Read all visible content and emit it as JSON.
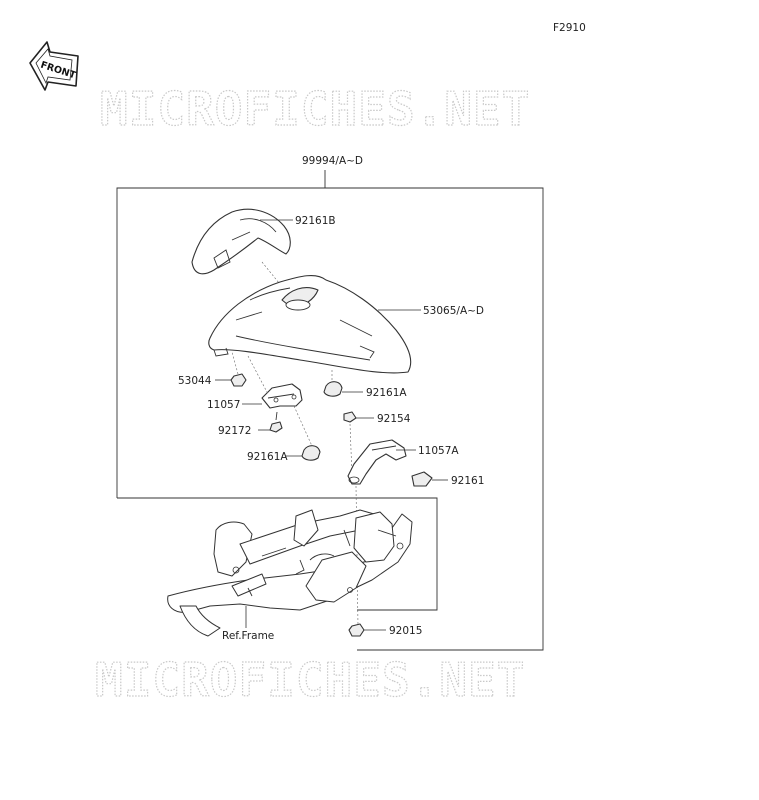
{
  "figure_code": "F2910",
  "front_label": "FRONT",
  "watermark_top": "MICROFICHES.NET",
  "watermark_bottom": "MICROFICHES.NET",
  "parts": {
    "assembly": "99994/A~D",
    "seat_cover_pad": "92161B",
    "seat_cover": "53065/A~D",
    "nut_53044": "53044",
    "bracket": "11057",
    "bolt_92172": "92172",
    "damper_92161A_right": "92161A",
    "damper_92161A_left": "92161A",
    "bolt_92154": "92154",
    "bracket_a": "11057A",
    "damper_92161": "92161",
    "nut_92015": "92015",
    "frame_ref": "Ref.Frame"
  }
}
